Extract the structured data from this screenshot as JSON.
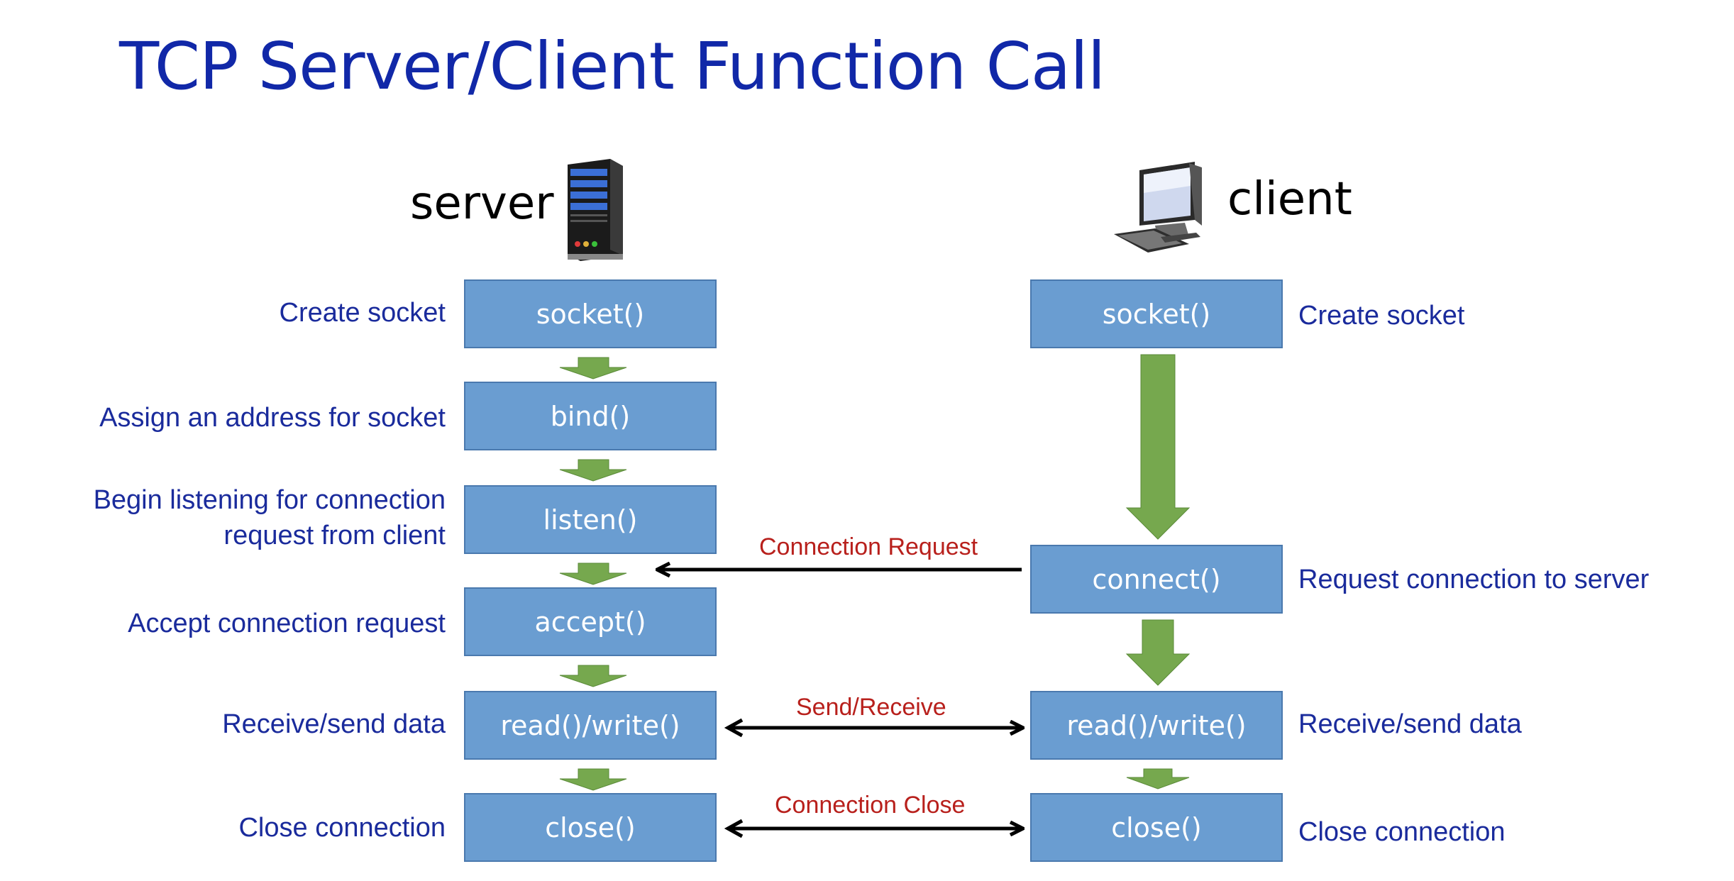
{
  "title": "TCP Server/Client Function Call",
  "server": {
    "heading": "server",
    "icon": "server-tower-icon",
    "steps": [
      {
        "fn": "socket()",
        "desc": "Create socket"
      },
      {
        "fn": "bind()",
        "desc": "Assign an address for socket"
      },
      {
        "fn": "listen()",
        "desc_line1": "Begin listening for connection",
        "desc_line2": "request from client"
      },
      {
        "fn": "accept()",
        "desc": "Accept connection request"
      },
      {
        "fn": "read()/write()",
        "desc": "Receive/send data"
      },
      {
        "fn": "close()",
        "desc": "Close connection"
      }
    ]
  },
  "client": {
    "heading": "client",
    "icon": "desktop-computer-icon",
    "steps": [
      {
        "fn": "socket()",
        "desc": "Create socket"
      },
      {
        "fn": "connect()",
        "desc": "Request connection to server"
      },
      {
        "fn": "read()/write()",
        "desc": "Receive/send data"
      },
      {
        "fn": "close()",
        "desc": "Close connection"
      }
    ]
  },
  "messages": {
    "connection_request": "Connection Request",
    "send_receive": "Send/Receive",
    "connection_close": "Connection Close"
  },
  "colors": {
    "title": "#1128a8",
    "box_fill": "#6a9dd1",
    "label": "#1a2b9c",
    "message": "#b8201c",
    "flow_arrow": "#76a84e"
  }
}
